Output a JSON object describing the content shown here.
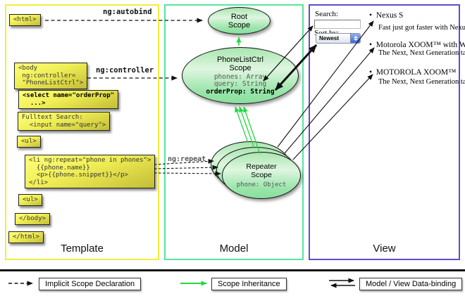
{
  "panels": {
    "template": {
      "title": "Template"
    },
    "model": {
      "title": "Model"
    },
    "view": {
      "title": "View"
    }
  },
  "template": {
    "boxes": {
      "html_open": "<html>",
      "body_open": "<body\n ng:controller=\n \"PhoneListCtrl\">",
      "select_orderprop": "<select name=\"orderProp\"\n  ...>",
      "fulltext_search": "Fulltext Search:\n  <input name=\"query\">",
      "ul_open": "<ul>",
      "li_repeat": "<li ng:repeat=\"phone in phones\">\n  {{phone.name}}\n  <p>{{phone.snippet}}</p>\n</li>",
      "ul_close": "<ul>",
      "body_close": "</body>",
      "html_close": "</html>"
    }
  },
  "arrows": {
    "autobind_label": "ng:autobind",
    "controller_label": "ng:controller",
    "repeat_label": "ng:repeat"
  },
  "model": {
    "root_scope": {
      "title": "Root\nScope"
    },
    "phonelist_scope": {
      "title": "PhoneListCtrl\nScope",
      "prop_phones": "phones: Array",
      "prop_query": "query: String",
      "prop_orderprop": "orderProp: String"
    },
    "repeater_scope": {
      "title": "Repeater\nScope",
      "prop_phone": "phone: Object"
    }
  },
  "view": {
    "search_label": "Search:",
    "sort_label": "Sort by:",
    "sort_value": "Newest",
    "bullet": "•",
    "items": [
      {
        "name": "Nexus S",
        "snippet": "Fast just got faster with Nexus S."
      },
      {
        "name": "Motorola XOOM™ with Wi-Fi",
        "snippet": "The Next, Next Generation tablet."
      },
      {
        "name": "MOTOROLA XOOM™",
        "snippet": "The Next, Next Generation tablet."
      }
    ]
  },
  "legend": {
    "implicit": "Implicit Scope Declaration",
    "inheritance": "Scope Inheritance",
    "databinding": "Model / View Data-binding"
  },
  "colors": {
    "template_border": "#f2ef3c",
    "model_border": "#55e69e",
    "view_border": "#5b4fd2",
    "inheritance_green": "#25d93f"
  }
}
